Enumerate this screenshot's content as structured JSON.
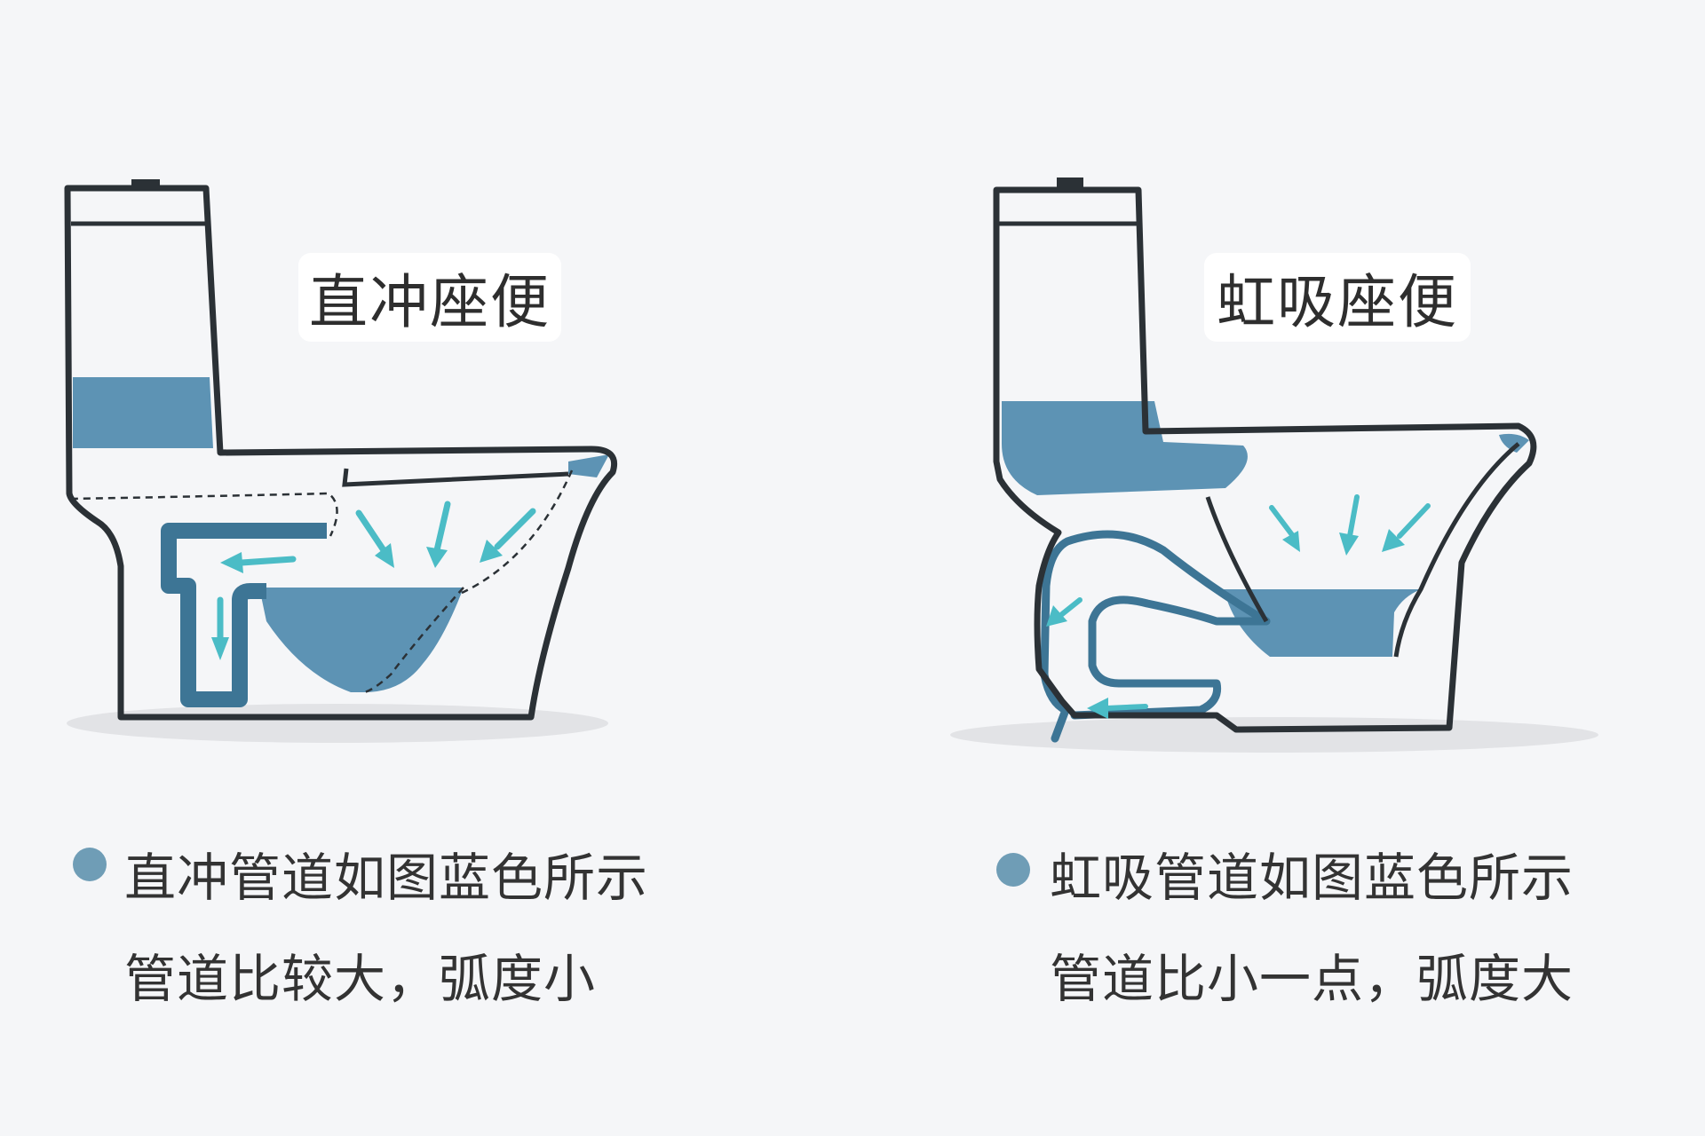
{
  "left": {
    "title": "直冲座便",
    "desc_line1": "直冲管道如图蓝色所示",
    "desc_line2": "管道比较大，弧度小"
  },
  "right": {
    "title": "虹吸座便",
    "desc_line1": "虹吸管道如图蓝色所示",
    "desc_line2": "管道比小一点，弧度大"
  },
  "colors": {
    "background": "#f5f6f8",
    "outline": "#2b3136",
    "water": "#5d93b4",
    "pipe": "#3d7595",
    "arrow": "#4bbcc6",
    "bullet": "#6f9db6",
    "shadow": "#e2e3e6"
  }
}
